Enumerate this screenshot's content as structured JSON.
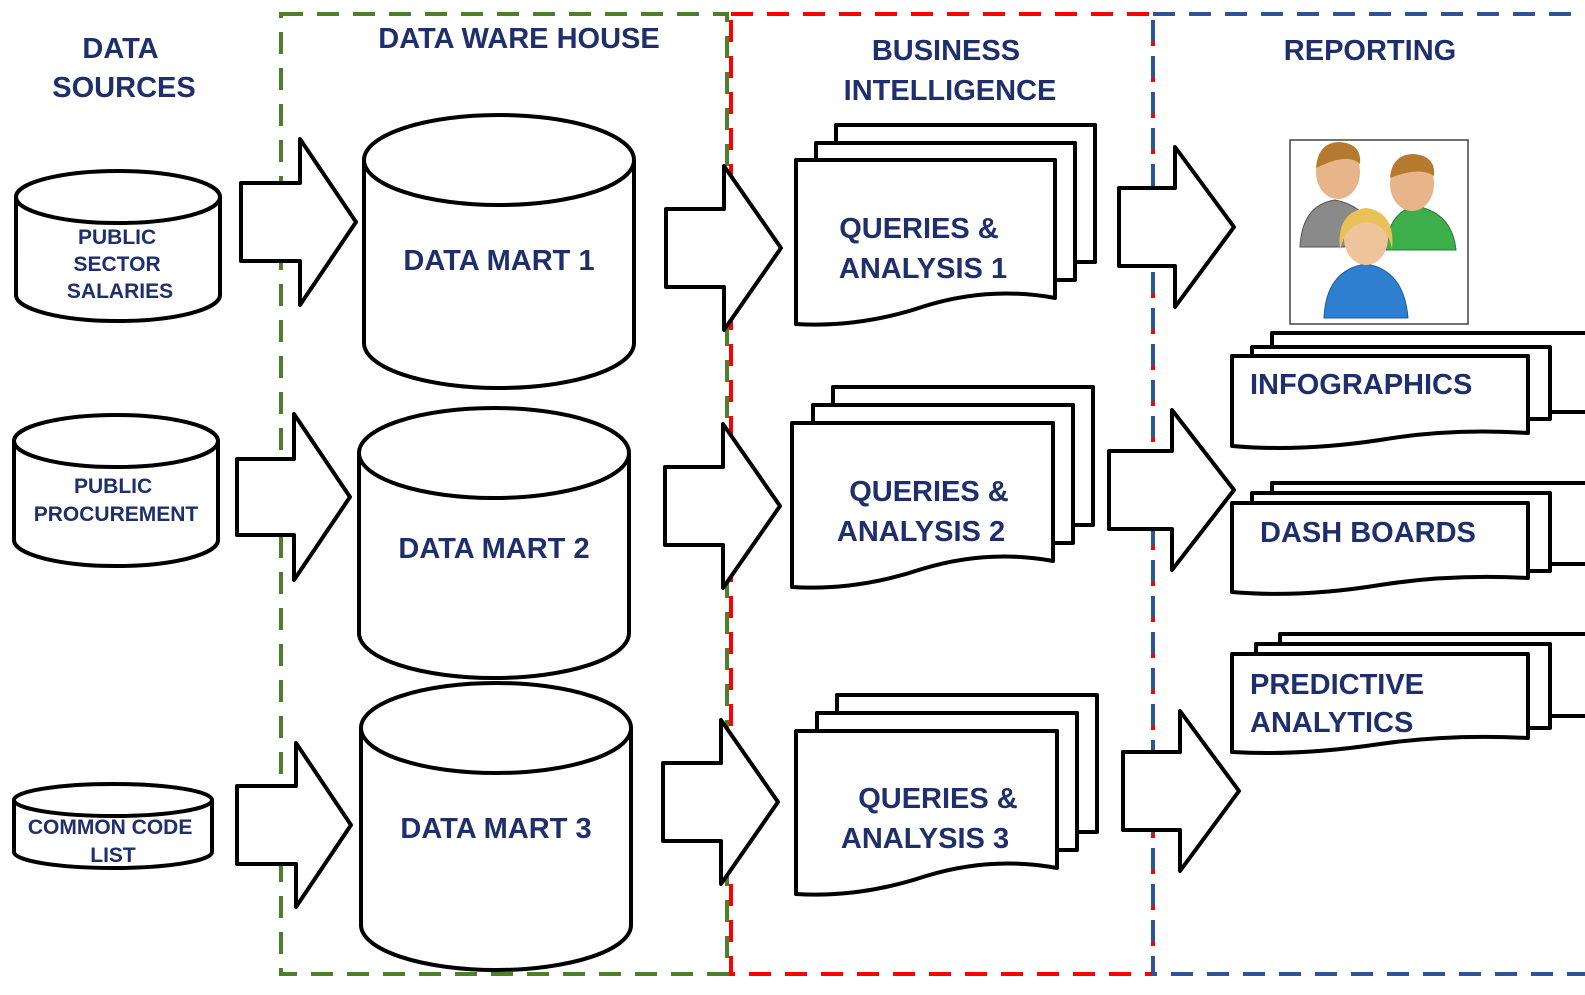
{
  "colors": {
    "text": "#1f2f6b",
    "warehouse_border": "#4e7f2a",
    "bi_border": "#ff0000",
    "reporting_border": "#2d5497",
    "shape_stroke": "#000000",
    "shape_fill": "#ffffff"
  },
  "headers": {
    "data_sources": [
      "DATA",
      "SOURCES"
    ],
    "data_warehouse": [
      "DATA WARE HOUSE"
    ],
    "business_intelligence": [
      "BUSINESS",
      "INTELLIGENCE"
    ],
    "reporting": [
      "REPORTING"
    ]
  },
  "sources": [
    {
      "lines": [
        "PUBLIC",
        "SECTOR",
        "SALARIES"
      ]
    },
    {
      "lines": [
        "PUBLIC",
        "PROCUREMENT"
      ]
    },
    {
      "lines": [
        "COMMON CODE",
        "LIST"
      ]
    }
  ],
  "marts": [
    {
      "lines": [
        "DATA MART 1"
      ]
    },
    {
      "lines": [
        "DATA MART 2"
      ]
    },
    {
      "lines": [
        "DATA MART 3"
      ]
    }
  ],
  "queries": [
    {
      "lines": [
        "QUERIES &",
        "ANALYSIS 1"
      ]
    },
    {
      "lines": [
        "QUERIES &",
        "ANALYSIS 2"
      ]
    },
    {
      "lines": [
        "QUERIES &",
        "ANALYSIS 3"
      ]
    }
  ],
  "reports": [
    {
      "lines": [
        "INFOGRAPHICS"
      ]
    },
    {
      "lines": [
        "DASH BOARDS"
      ]
    },
    {
      "lines": [
        "PREDICTIVE",
        "ANALYTICS"
      ]
    }
  ],
  "users_icon": "people-group-icon"
}
